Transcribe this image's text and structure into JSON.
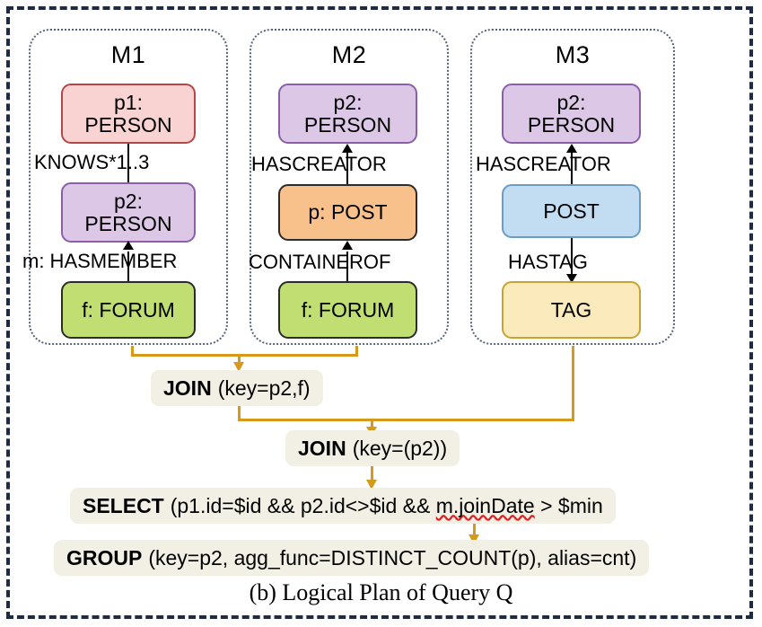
{
  "figure": {
    "caption": "(b) Logical Plan of Query Q",
    "frame_color": "#1f2a44",
    "connector_color": "#d59a1c",
    "operator_box_color": "#f2f0e4"
  },
  "panels": [
    {
      "title": "M1",
      "nodes": [
        {
          "label": "p1:\nPERSON",
          "fill": "#f9d2d2",
          "stroke": "#b44848"
        },
        {
          "label": "p2:\nPERSON",
          "fill": "#dcc8e6",
          "stroke": "#8a5fa8"
        },
        {
          "label": "f: FORUM",
          "fill": "#c0de72",
          "stroke": "#2b2b2b"
        }
      ],
      "edges": [
        {
          "label": "KNOWS*1..3",
          "direction": "none"
        },
        {
          "label": "m: HASMEMBER",
          "direction": "up"
        }
      ]
    },
    {
      "title": "M2",
      "nodes": [
        {
          "label": "p2:\nPERSON",
          "fill": "#dcc8e6",
          "stroke": "#8a5fa8"
        },
        {
          "label": "p: POST",
          "fill": "#f8c08a",
          "stroke": "#2b2b2b"
        },
        {
          "label": "f: FORUM",
          "fill": "#c0de72",
          "stroke": "#2b2b2b"
        }
      ],
      "edges": [
        {
          "label": "HASCREATOR",
          "direction": "up"
        },
        {
          "label": "CONTAINEROF",
          "direction": "up"
        }
      ]
    },
    {
      "title": "M3",
      "nodes": [
        {
          "label": "p2:\nPERSON",
          "fill": "#dcc8e6",
          "stroke": "#8a5fa8"
        },
        {
          "label": "POST",
          "fill": "#c2ddf2",
          "stroke": "#6b9cc4"
        },
        {
          "label": "TAG",
          "fill": "#fbeabc",
          "stroke": "#c9a234"
        }
      ],
      "edges": [
        {
          "label": "HASCREATOR",
          "direction": "up"
        },
        {
          "label": "HASTAG",
          "direction": "down"
        }
      ]
    }
  ],
  "operators": [
    {
      "id": "join1",
      "keyword": "JOIN",
      "args": "(key=p2,f)"
    },
    {
      "id": "join2",
      "keyword": "JOIN",
      "args": "(key=(p2))"
    },
    {
      "id": "select",
      "keyword": "SELECT",
      "args_prefix": "(p1.id=$id && p2.id<>$id && ",
      "args_flagged": "m.joinDate",
      "args_suffix": " > $min"
    },
    {
      "id": "group",
      "keyword": "GROUP",
      "args": "(key=p2, agg_func=DISTINCT_COUNT(p), alias=cnt)"
    }
  ]
}
